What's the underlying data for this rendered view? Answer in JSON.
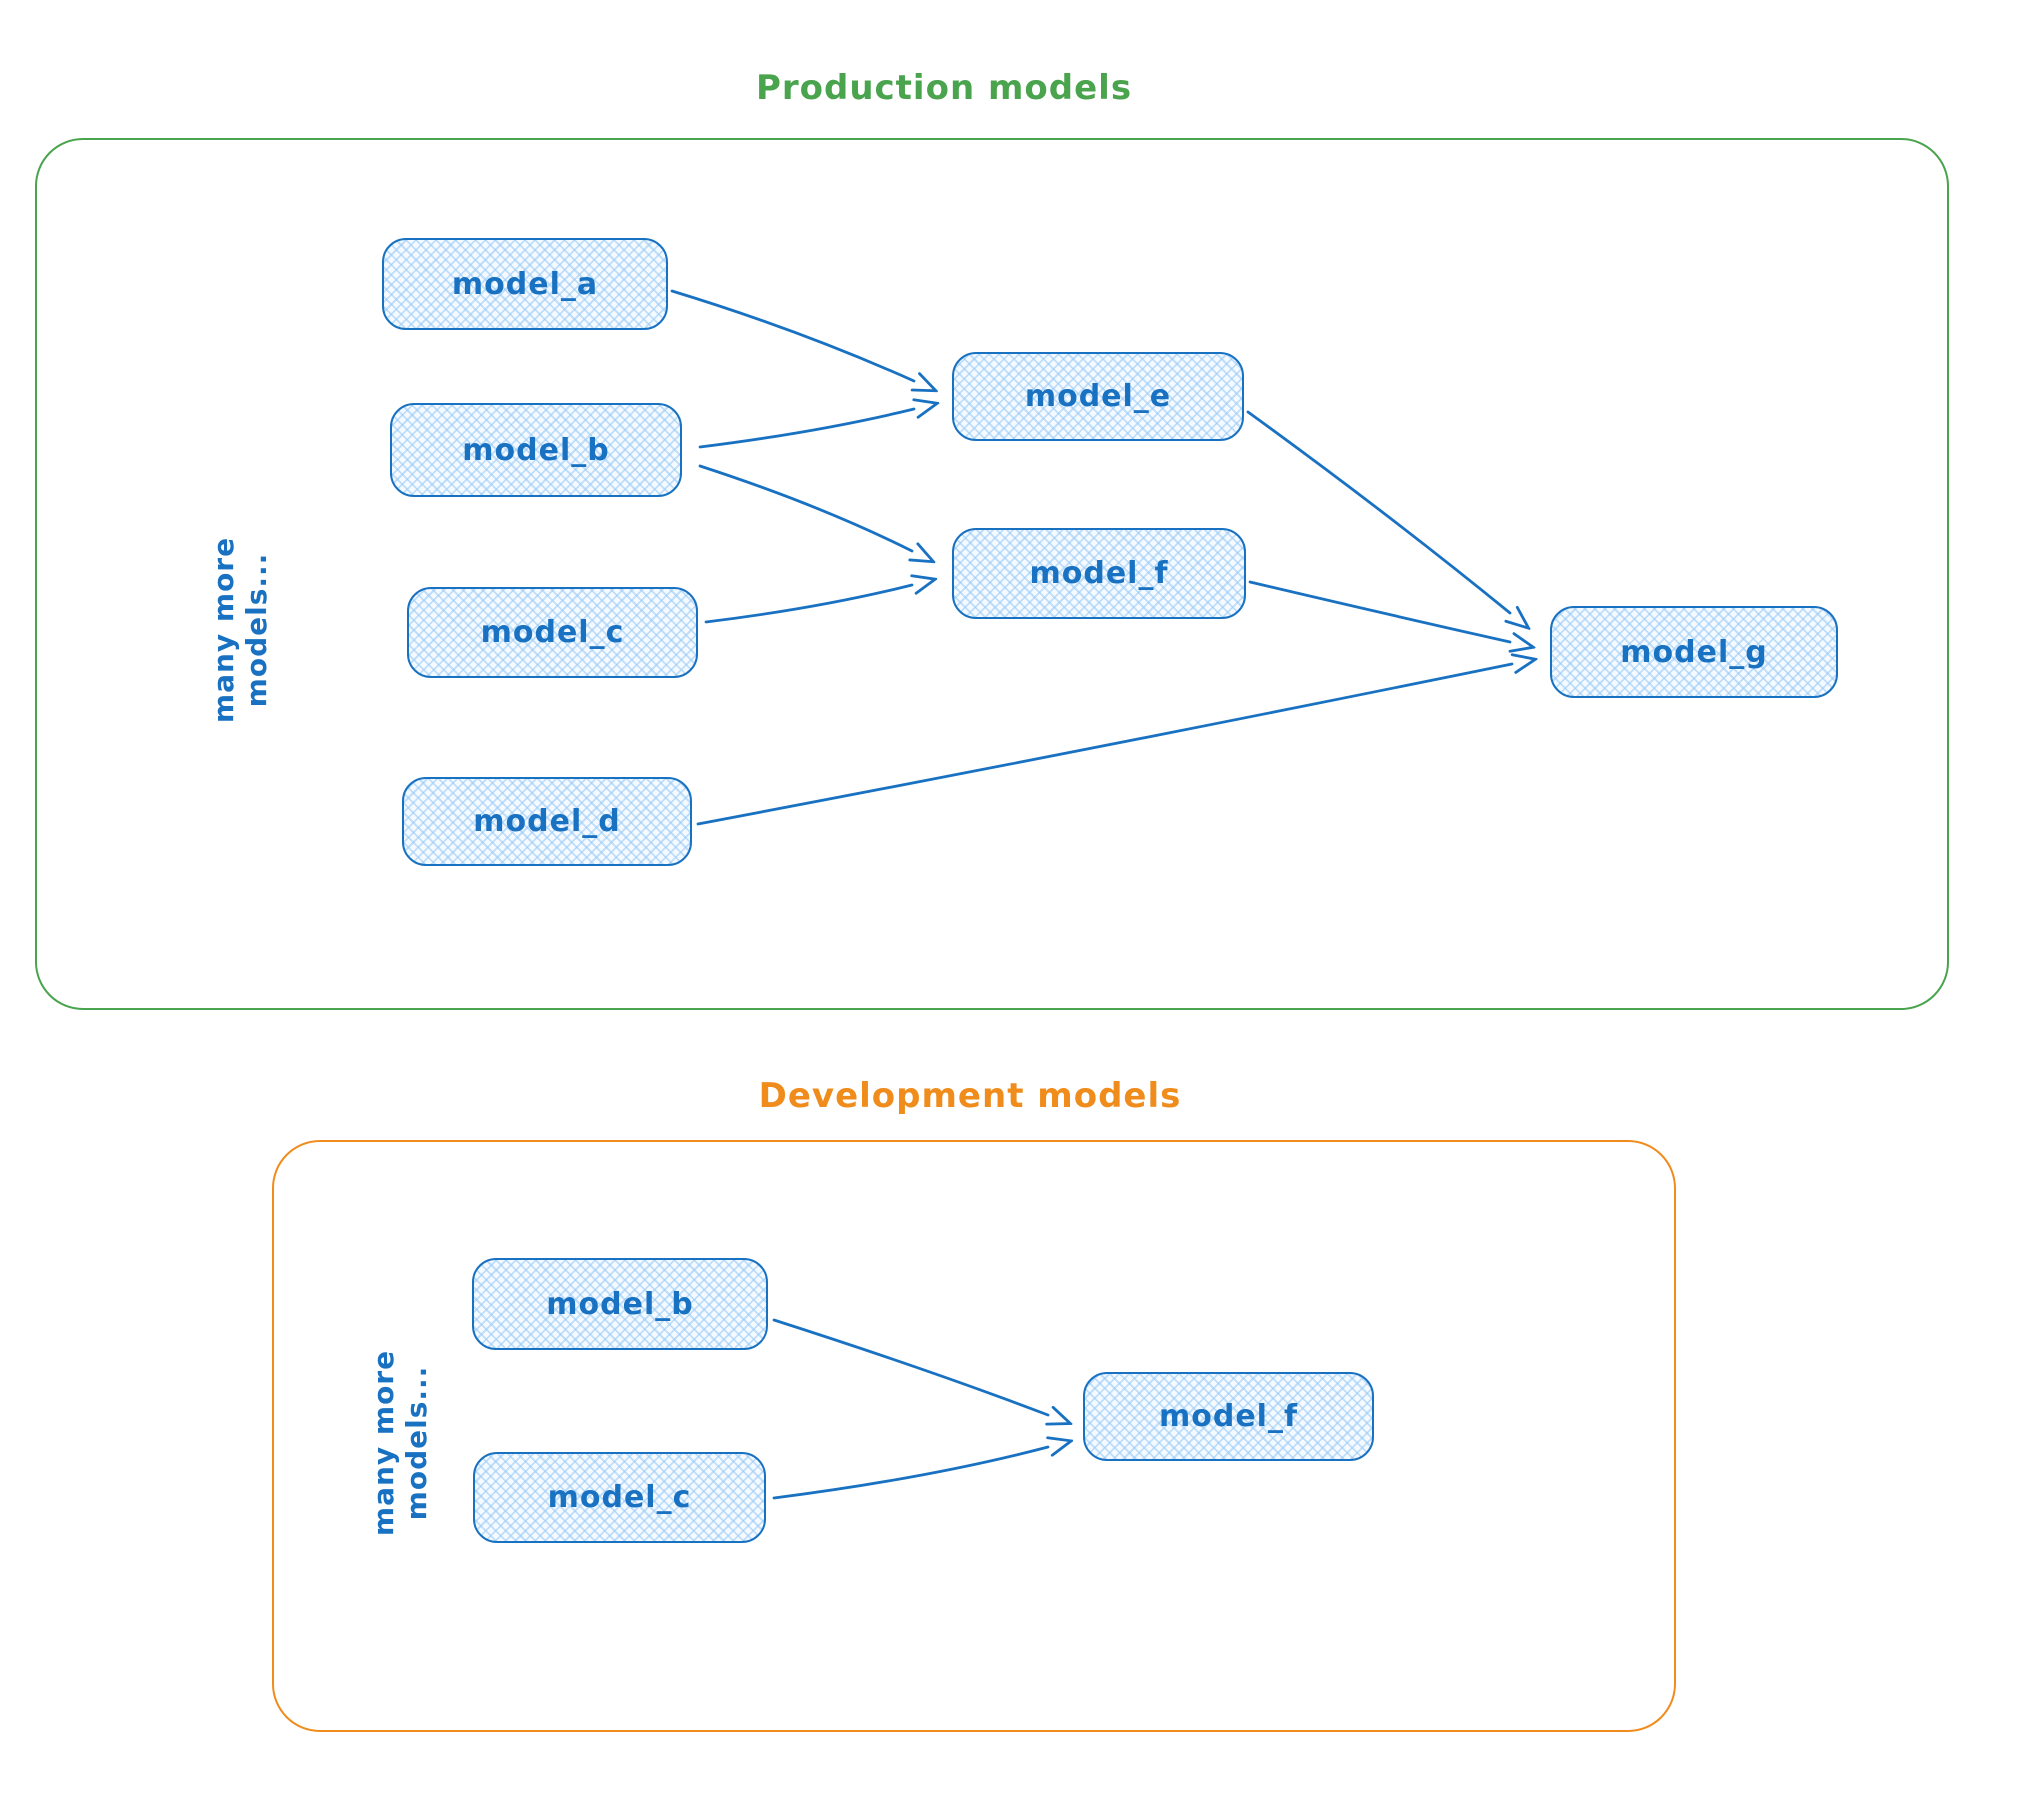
{
  "colors": {
    "blue": "#1971c2",
    "green": "#4aa34d",
    "orange": "#ef8c1c",
    "node_fill": "#eaf4fd"
  },
  "sections": {
    "production": {
      "title": "Production models",
      "side_label": "many more models...",
      "nodes": [
        {
          "id": "model_a",
          "label": "model_a"
        },
        {
          "id": "model_b",
          "label": "model_b"
        },
        {
          "id": "model_c",
          "label": "model_c"
        },
        {
          "id": "model_d",
          "label": "model_d"
        },
        {
          "id": "model_e",
          "label": "model_e"
        },
        {
          "id": "model_f",
          "label": "model_f"
        },
        {
          "id": "model_g",
          "label": "model_g"
        }
      ],
      "edges": [
        {
          "from": "model_a",
          "to": "model_e"
        },
        {
          "from": "model_b",
          "to": "model_e"
        },
        {
          "from": "model_b",
          "to": "model_f"
        },
        {
          "from": "model_c",
          "to": "model_f"
        },
        {
          "from": "model_d",
          "to": "model_g"
        },
        {
          "from": "model_e",
          "to": "model_g"
        },
        {
          "from": "model_f",
          "to": "model_g"
        }
      ]
    },
    "development": {
      "title": "Development models",
      "side_label": "many more models...",
      "nodes": [
        {
          "id": "model_b",
          "label": "model_b"
        },
        {
          "id": "model_c",
          "label": "model_c"
        },
        {
          "id": "model_f",
          "label": "model_f"
        }
      ],
      "edges": [
        {
          "from": "model_b",
          "to": "model_f"
        },
        {
          "from": "model_c",
          "to": "model_f"
        }
      ]
    }
  }
}
